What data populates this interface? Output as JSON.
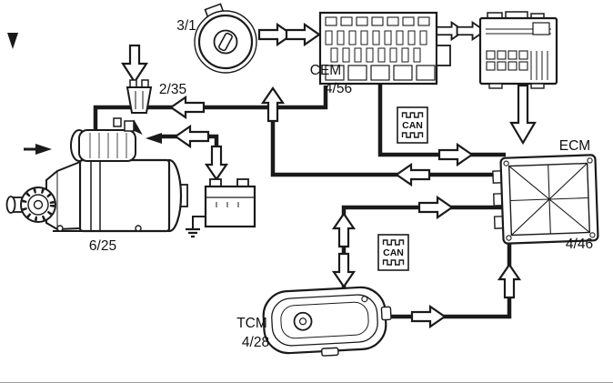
{
  "colors": {
    "ink": "#1a1a1a",
    "background": "#ffffff"
  },
  "components": {
    "ignition_switch": {
      "id_label": "3/1"
    },
    "connector": {
      "id_label": "2/35"
    },
    "starter_motor": {
      "id_label": "6/25"
    },
    "cem": {
      "name": "CEM",
      "id_label": "4/56"
    },
    "ecm": {
      "name": "ECM",
      "id_label": "4/46"
    },
    "tcm": {
      "name": "TCM",
      "id_label": "4/28"
    },
    "can_bus_upper": {
      "label": "CAN"
    },
    "can_bus_lower": {
      "label": "CAN"
    }
  }
}
